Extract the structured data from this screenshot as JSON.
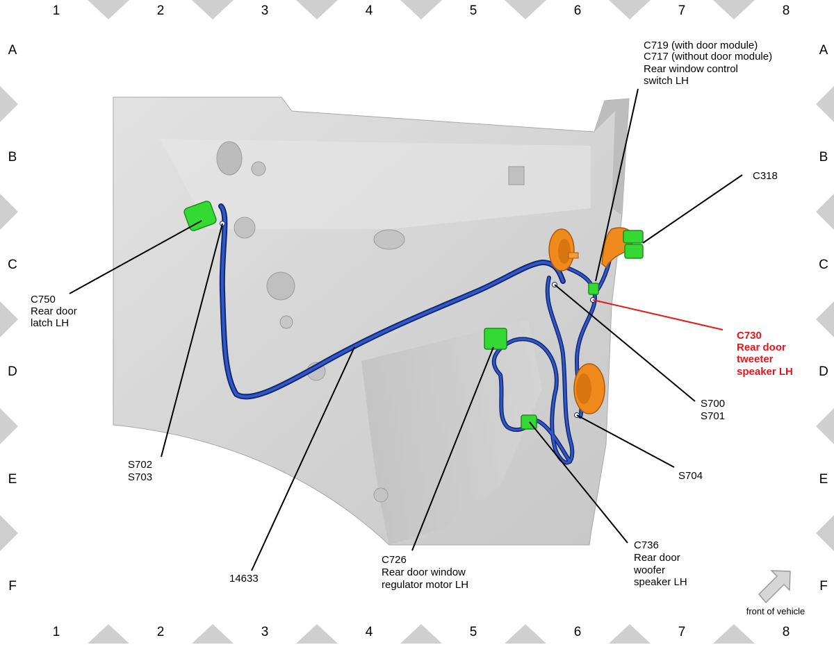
{
  "grid": {
    "columns": [
      "1",
      "2",
      "3",
      "4",
      "5",
      "6",
      "7",
      "8"
    ],
    "rows": [
      "A",
      "B",
      "C",
      "D",
      "E",
      "F"
    ]
  },
  "colors": {
    "highlight": "#e8141b",
    "harness": "#1e3c9a",
    "connector": "#35d933",
    "component": "#f08a1c",
    "panel": "#d4d4d4",
    "frame_marker": "#cfcfcf"
  },
  "labels": {
    "c719": "C719 (with door module)",
    "c717": "C717 (without door module)",
    "switch_1": "Rear window control",
    "switch_2": "switch LH",
    "c318": "C318",
    "c750": "C750",
    "c750_1": "Rear door",
    "c750_2": "latch LH",
    "c730": "C730",
    "c730_1": "Rear door",
    "c730_2": "tweeter",
    "c730_3": "speaker LH",
    "s700": "S700",
    "s701": "S701",
    "s702": "S702",
    "s703": "S703",
    "s704": "S704",
    "p14633": "14633",
    "c726": "C726",
    "c726_1": "Rear door window",
    "c726_2": "regulator motor LH",
    "c736": "C736",
    "c736_1": "Rear door",
    "c736_2": "woofer",
    "c736_3": "speaker LH",
    "front": "front of vehicle"
  },
  "icons": {
    "direction": "front-arrow-icon"
  }
}
